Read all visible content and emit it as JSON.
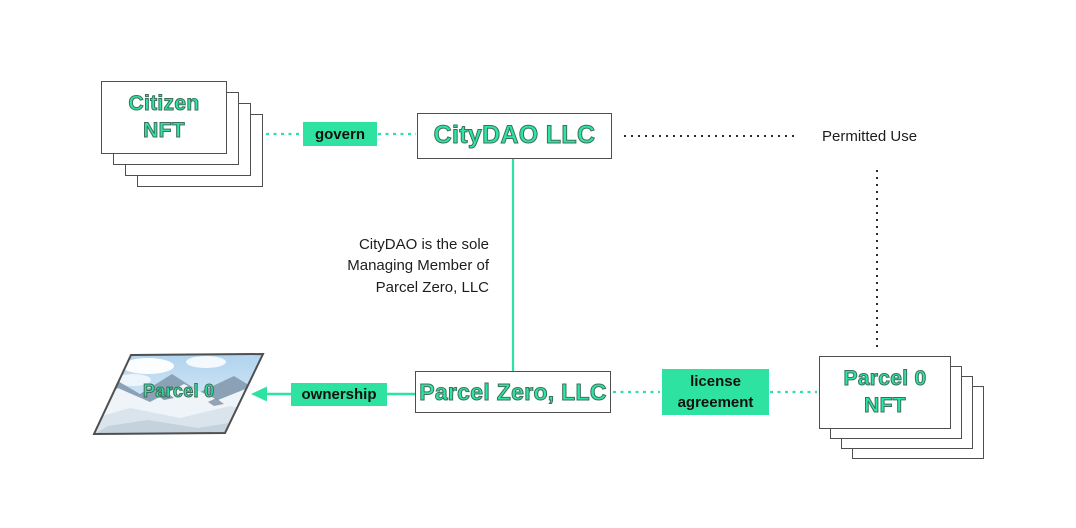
{
  "diagram": {
    "title_semantic": "CityDAO legal structure diagram",
    "nodes": {
      "citizen_nft": {
        "label": "Citizen\nNFT"
      },
      "citydao_llc": {
        "label": "CityDAO LLC"
      },
      "parcel_zero_llc": {
        "label": "Parcel Zero, LLC"
      },
      "parcel0_nft": {
        "label": "Parcel 0\nNFT"
      },
      "parcel0_image": {
        "label": "Parcel 0"
      }
    },
    "edges": {
      "govern": {
        "label": "govern"
      },
      "permitted_use": {
        "label": "Permitted Use"
      },
      "ownership": {
        "label": "ownership"
      },
      "license_agreement": {
        "label": "license\nagreement"
      }
    },
    "note": {
      "text": "CityDAO is the sole\nManaging Member of\nParcel Zero, LLC"
    },
    "colors": {
      "accent_green": "#2ee3a2",
      "title_green": "#2ee6a4",
      "border_gray": "#4f4f4f",
      "dotted_black": "#2b2b2b",
      "text_black": "#1d1d1d",
      "background": "#ffffff"
    }
  }
}
